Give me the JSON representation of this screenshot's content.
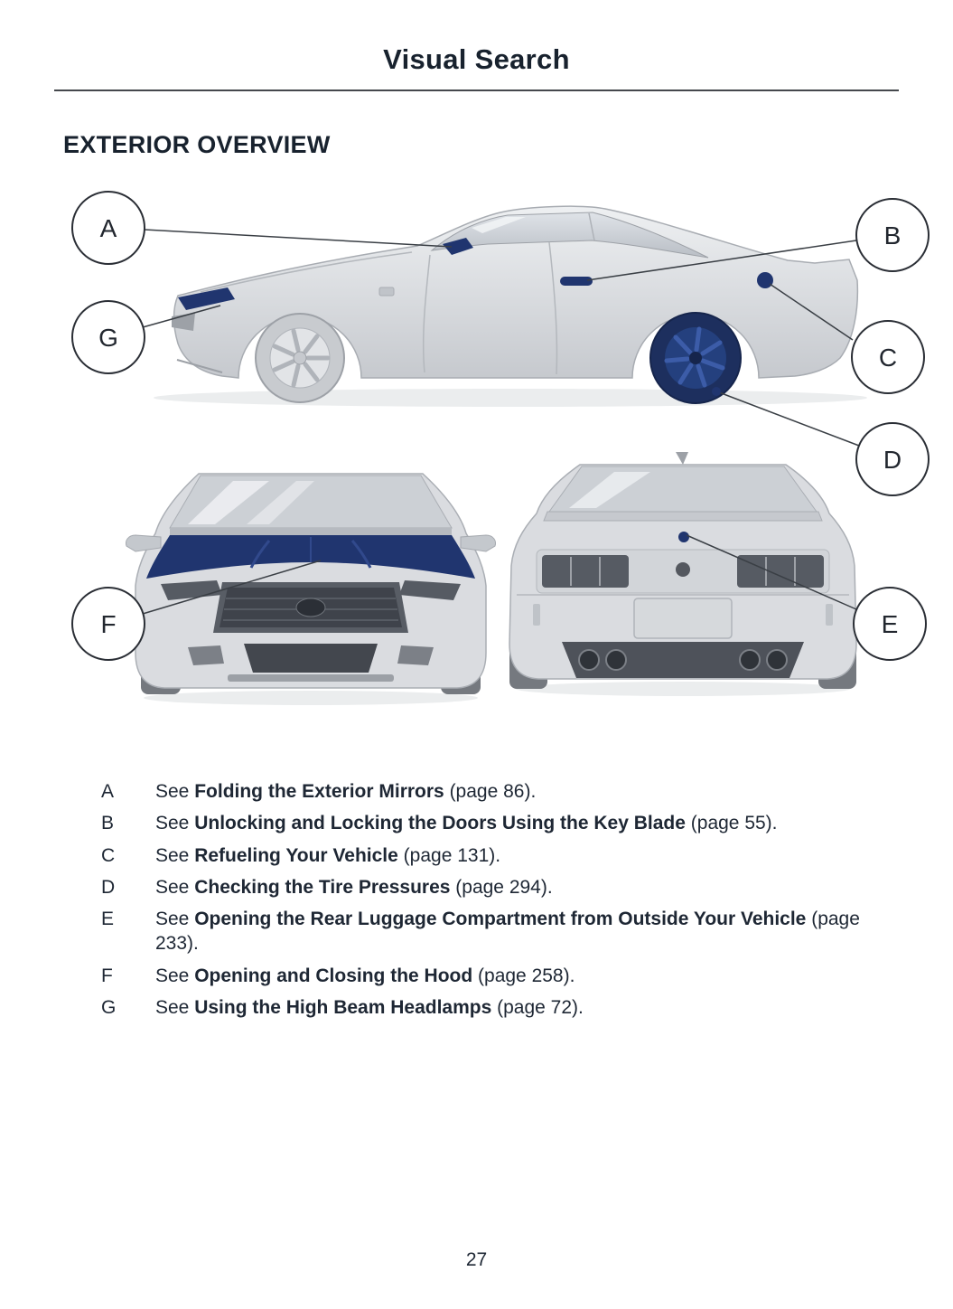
{
  "page": {
    "title": "Visual Search",
    "section_heading": "EXTERIOR OVERVIEW",
    "page_number": "27"
  },
  "colors": {
    "highlight_navy": "#20356f",
    "text": "#1e2734"
  },
  "callouts": {
    "a": "A",
    "b": "B",
    "c": "C",
    "d": "D",
    "e": "E",
    "f": "F",
    "g": "G"
  },
  "legend": [
    {
      "letter": "A",
      "see": "See ",
      "topic": "Folding the Exterior Mirrors",
      "page_ref": " (page 86)."
    },
    {
      "letter": "B",
      "see": "See ",
      "topic": "Unlocking and Locking the Doors Using the Key Blade",
      "page_ref": " (page 55)."
    },
    {
      "letter": "C",
      "see": "See ",
      "topic": "Refueling Your Vehicle",
      "page_ref": " (page 131)."
    },
    {
      "letter": "D",
      "see": "See ",
      "topic": "Checking the Tire Pressures",
      "page_ref": " (page 294)."
    },
    {
      "letter": "E",
      "see": "See ",
      "topic": "Opening the Rear Luggage Compartment from Outside Your Vehicle",
      "page_ref": " (page 233)."
    },
    {
      "letter": "F",
      "see": "See ",
      "topic": "Opening and Closing the Hood",
      "page_ref": " (page 258)."
    },
    {
      "letter": "G",
      "see": "See ",
      "topic": "Using the High Beam Headlamps",
      "page_ref": " (page 72)."
    }
  ]
}
